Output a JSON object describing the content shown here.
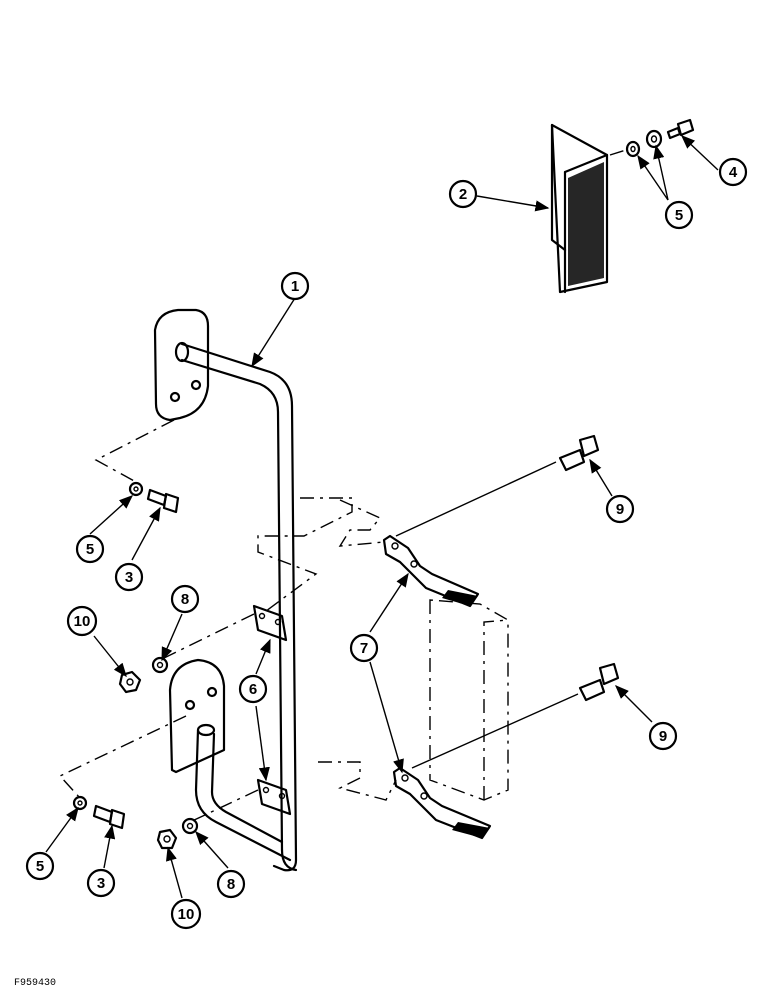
{
  "figure_id": "F959430",
  "callouts": {
    "c1": "1",
    "c2": "2",
    "c3a": "3",
    "c3b": "3",
    "c4": "4",
    "c5a": "5",
    "c5b": "5",
    "c5c": "5",
    "c6": "6",
    "c7": "7",
    "c8a": "8",
    "c8b": "8",
    "c9a": "9",
    "c9b": "9",
    "c10a": "10",
    "c10b": "10"
  }
}
